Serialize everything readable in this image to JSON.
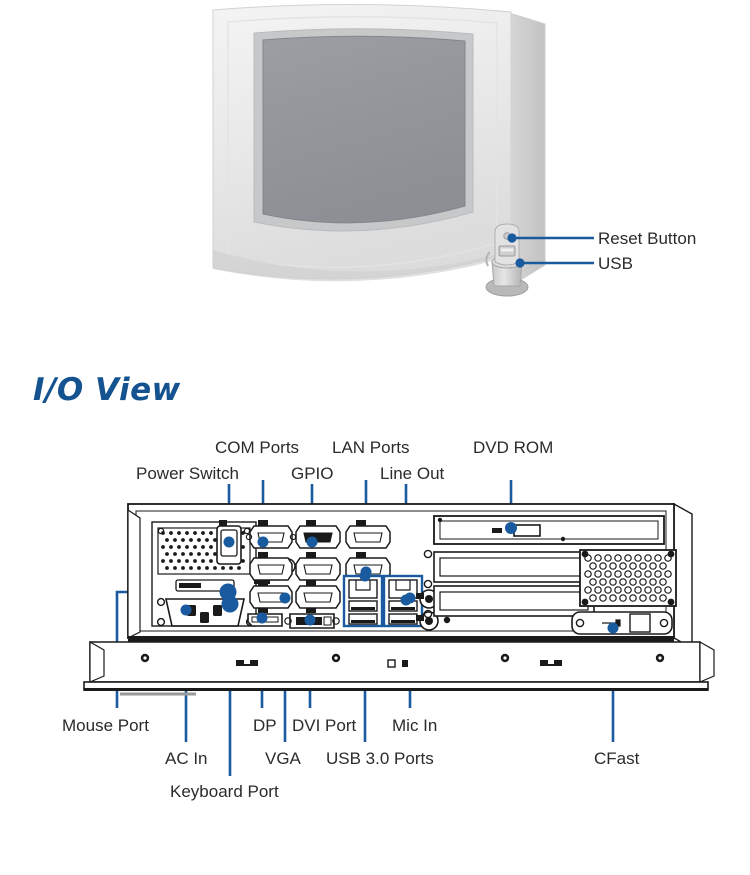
{
  "document": {
    "type": "product-spec-diagram",
    "background_color": "#ffffff",
    "accent_color": "#1a5a9e",
    "label_color": "#2b2b2b"
  },
  "top_view": {
    "name": "panel-pc-front-view",
    "description": "Industrial panel PC front three-quarter view with LCD display and bottom-right port cover",
    "callouts": [
      {
        "id": "reset-button",
        "label": "Reset Button"
      },
      {
        "id": "usb",
        "label": "USB"
      }
    ]
  },
  "io_section": {
    "title": "I/O View",
    "top_labels": [
      {
        "id": "power-switch",
        "label": "Power Switch"
      },
      {
        "id": "com-ports",
        "label": "COM Ports"
      },
      {
        "id": "gpio",
        "label": "GPIO"
      },
      {
        "id": "lan-ports",
        "label": "LAN Ports"
      },
      {
        "id": "line-out",
        "label": "Line Out"
      },
      {
        "id": "dvd-rom",
        "label": "DVD ROM"
      }
    ],
    "bottom_labels": [
      {
        "id": "mouse-port",
        "label": "Mouse Port"
      },
      {
        "id": "ac-in",
        "label": "AC In"
      },
      {
        "id": "keyboard-port",
        "label": "Keyboard Port"
      },
      {
        "id": "dp",
        "label": "DP"
      },
      {
        "id": "vga",
        "label": "VGA"
      },
      {
        "id": "dvi-port",
        "label": "DVI Port"
      },
      {
        "id": "usb-3-ports",
        "label": "USB 3.0 Ports"
      },
      {
        "id": "mic-in",
        "label": "Mic In"
      },
      {
        "id": "cfast",
        "label": "CFast"
      }
    ]
  }
}
